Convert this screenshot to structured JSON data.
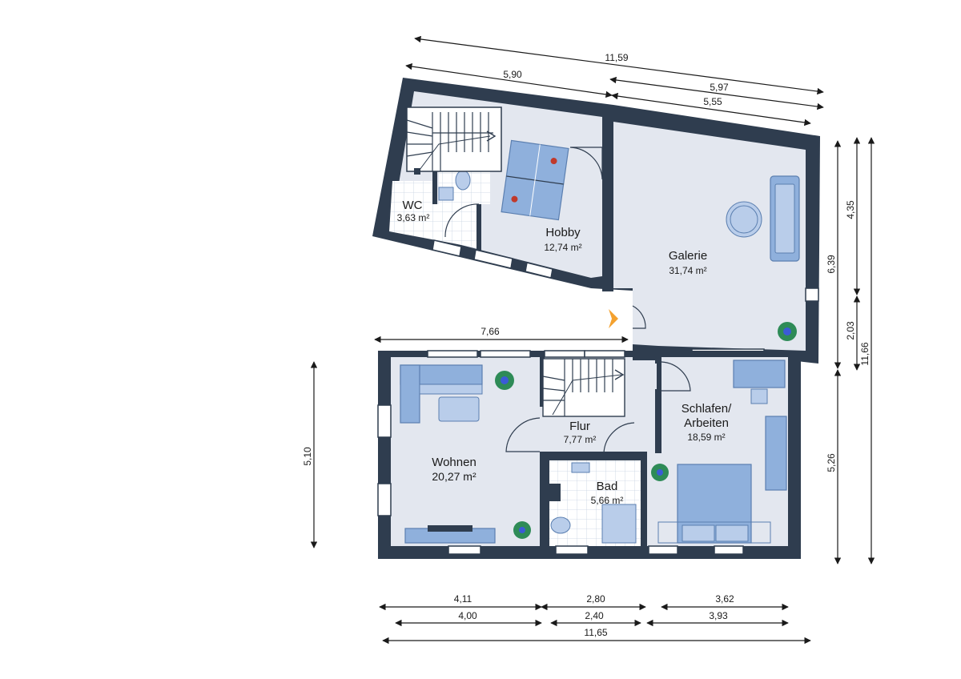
{
  "rooms": {
    "wc": {
      "name": "WC",
      "area": "3,63 m²"
    },
    "hobby": {
      "name": "Hobby",
      "area": "12,74 m²"
    },
    "galerie": {
      "name": "Galerie",
      "area": "31,74 m²"
    },
    "wohnen": {
      "name": "Wohnen",
      "area": "20,27 m²"
    },
    "flur": {
      "name": "Flur",
      "area": "7,77 m²"
    },
    "bad": {
      "name": "Bad",
      "area": "5,66 m²"
    },
    "schlafen": {
      "name_line1": "Schlafen/",
      "name_line2": "Arbeiten",
      "area": "18,59 m²"
    }
  },
  "dimensions": {
    "top_total": "11,59",
    "top_left": "5,90",
    "top_right_outer": "5,97",
    "top_right_inner": "5,55",
    "mid_left": "7,66",
    "right_upper": "4,35",
    "right_full_upper": "6,39",
    "right_mid": "2,03",
    "right_total": "11,66",
    "right_lower": "5,26",
    "left_lower": "5,10",
    "bottom_outer_1": "4,11",
    "bottom_outer_2": "2,80",
    "bottom_outer_3": "3,62",
    "bottom_inner_1": "4,00",
    "bottom_inner_2": "2,40",
    "bottom_inner_3": "3,93",
    "bottom_total": "11,65"
  },
  "colors": {
    "wall": "#2f3d4f",
    "floor": "#e3e7ef",
    "furniture": "#8fb0dc",
    "entrance": "#f4a12e"
  }
}
